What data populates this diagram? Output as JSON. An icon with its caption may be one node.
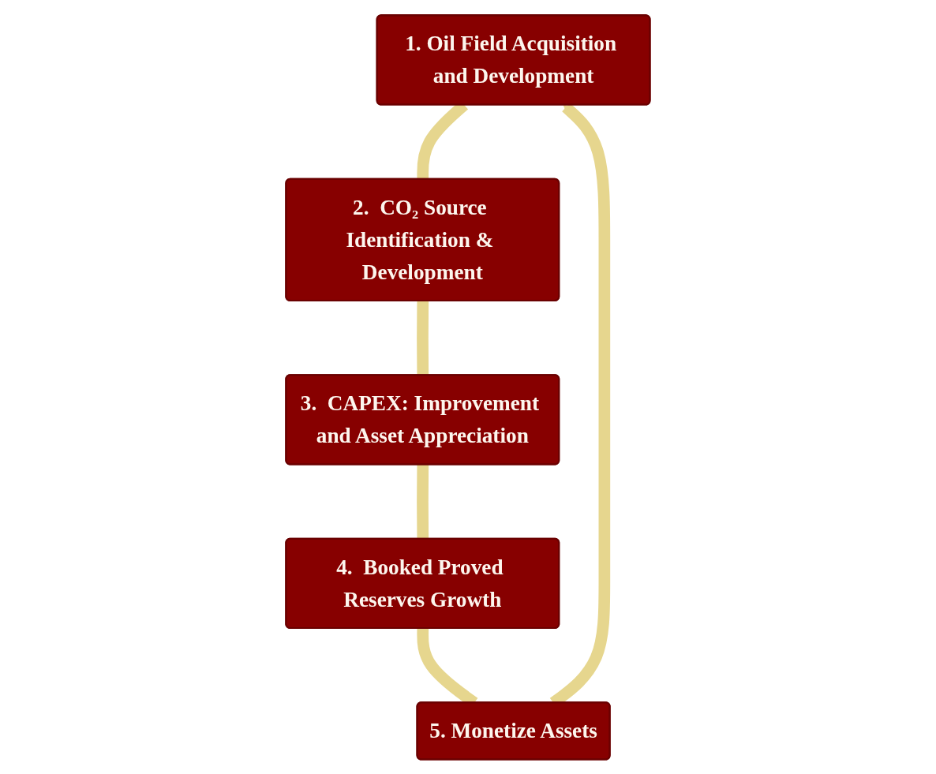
{
  "diagram": {
    "nodes": [
      {
        "text": [
          "1. Oil Field Acquisition and Development"
        ]
      },
      {
        "text": [
          "2.  CO₂ Source Identification & Development"
        ]
      },
      {
        "text": [
          "3.  CAPEX: Improvement and Asset Appreciation"
        ]
      },
      {
        "text": [
          "4.  Booked Proved Reserves Growth"
        ]
      },
      {
        "text": [
          "5.  Monetize Assets"
        ]
      }
    ],
    "edges": [
      {
        "from": 0,
        "to": 1,
        "arrow": "none"
      },
      {
        "from": 1,
        "to": 2,
        "arrow": "none"
      },
      {
        "from": 2,
        "to": 3,
        "arrow": "none"
      },
      {
        "from": 3,
        "to": 4,
        "arrow": "none"
      },
      {
        "from": 4,
        "to": 0,
        "arrow": "to"
      }
    ]
  }
}
